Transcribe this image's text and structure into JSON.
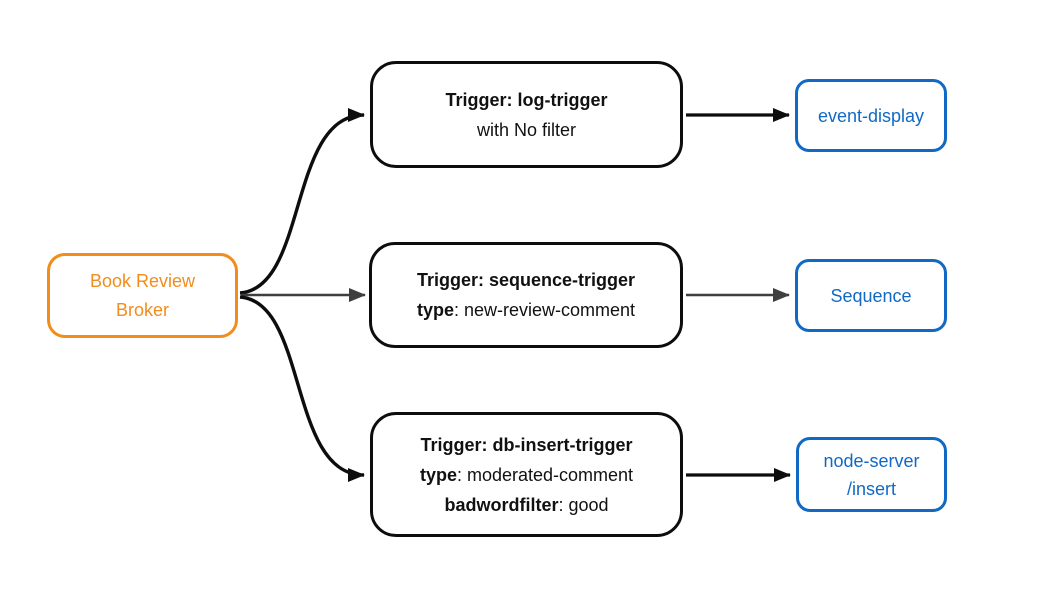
{
  "diagram": {
    "broker": {
      "lines": [
        "Book Review",
        "Broker"
      ]
    },
    "triggers": [
      {
        "lines": [
          [
            {
              "t": "Trigger: log-trigger",
              "bold": true
            }
          ],
          [
            {
              "t": "with No filter",
              "bold": false
            }
          ]
        ]
      },
      {
        "lines": [
          [
            {
              "t": "Trigger: sequence-trigger",
              "bold": true
            }
          ],
          [
            {
              "t": "type",
              "bold": true
            },
            {
              "t": ": new-review-comment",
              "bold": false
            }
          ]
        ]
      },
      {
        "lines": [
          [
            {
              "t": "Trigger: db-insert-trigger",
              "bold": true
            }
          ],
          [
            {
              "t": "type",
              "bold": true
            },
            {
              "t": ": moderated-comment",
              "bold": false
            }
          ],
          [
            {
              "t": "badwordfilter",
              "bold": true
            },
            {
              "t": ": good",
              "bold": false
            }
          ]
        ]
      }
    ],
    "sinks": [
      {
        "lines": [
          "event-display"
        ]
      },
      {
        "lines": [
          "Sequence"
        ]
      },
      {
        "lines": [
          "node-server",
          "/insert"
        ]
      }
    ],
    "colors": {
      "broker_accent": "#F28C1B",
      "sink_accent": "#1169C5",
      "node_border": "#0D0D0D",
      "text": "#111111",
      "arrow_black": "#0D0D0D",
      "arrow_gray": "#3F3F3F",
      "background": "#FFFFFF"
    }
  }
}
